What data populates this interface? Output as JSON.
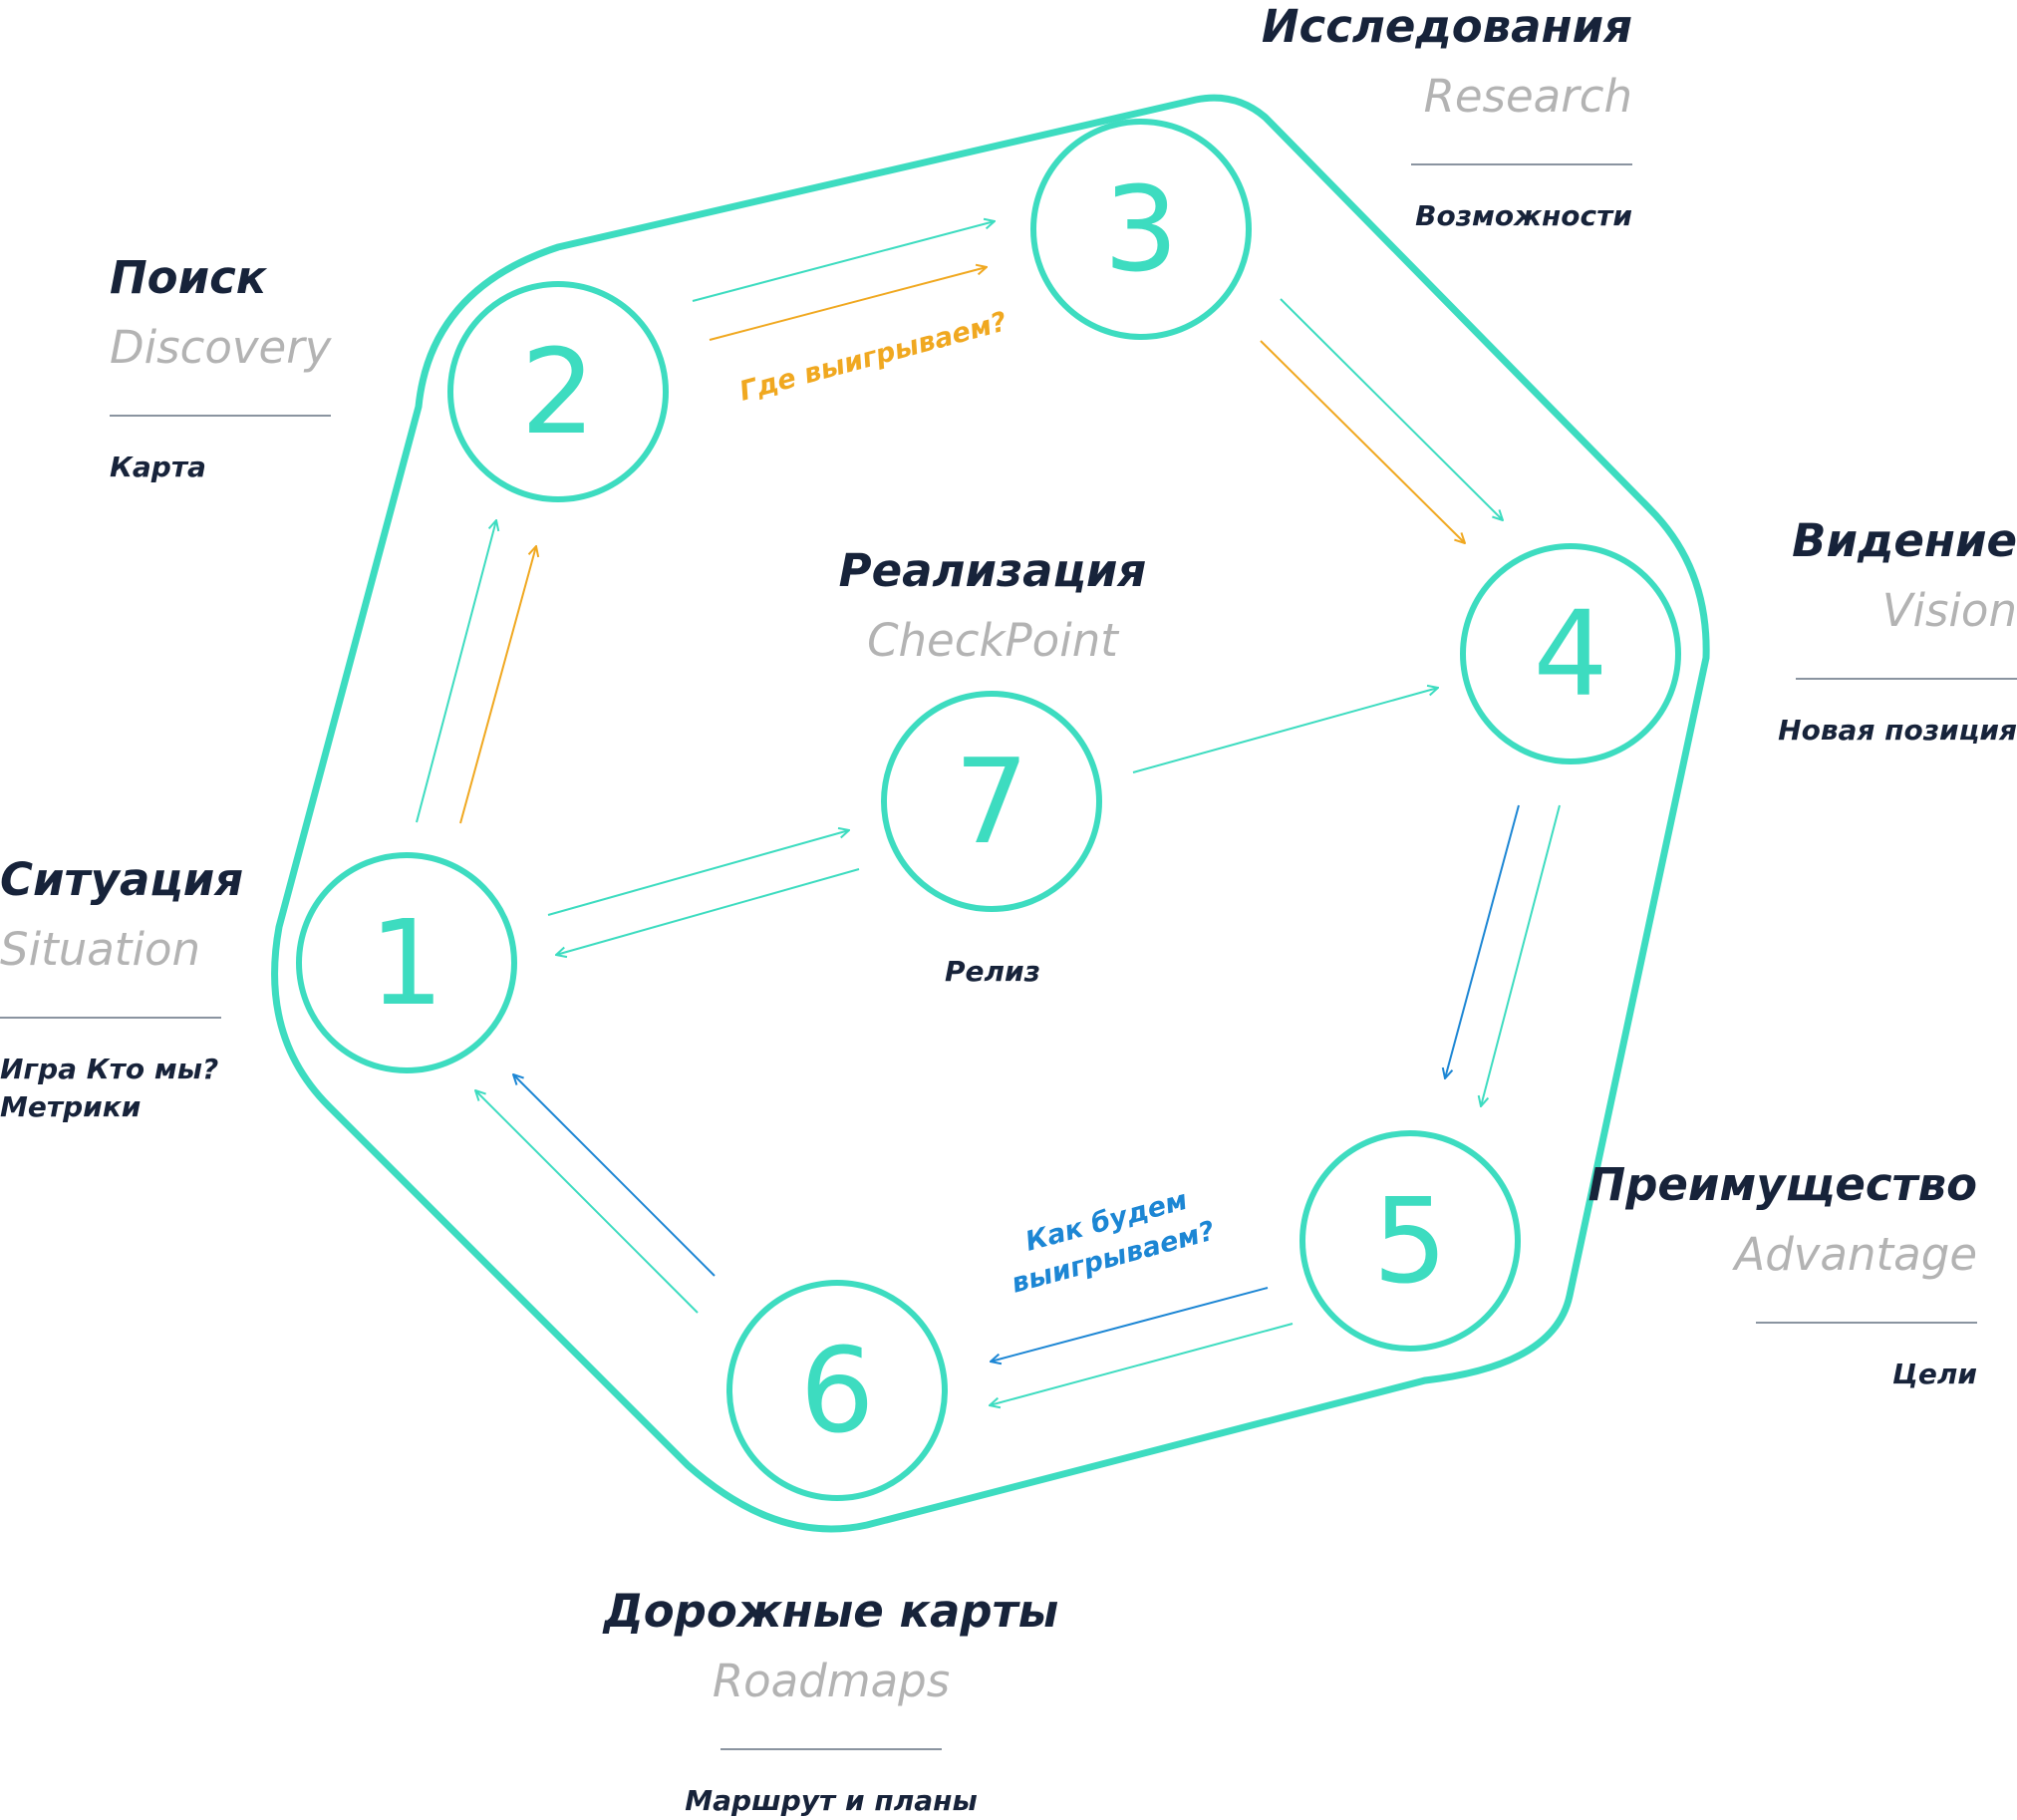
{
  "colors": {
    "teal": "#3ddcc0",
    "orange": "#f0a820",
    "blue": "#1c86d4",
    "title": "#17233a",
    "subtitle": "#b3b3b3"
  },
  "nodes": [
    {
      "num": "1",
      "title": "Ситуация",
      "sub": "Situation",
      "note": "Игра Кто мы?\nМетрики"
    },
    {
      "num": "2",
      "title": "Поиск",
      "sub": "Discovery",
      "note": "Карта"
    },
    {
      "num": "3",
      "title": "Исследования",
      "sub": "Research",
      "note": "Возможности"
    },
    {
      "num": "4",
      "title": "Видение",
      "sub": "Vision",
      "note": "Новая позиция"
    },
    {
      "num": "5",
      "title": "Преимущество",
      "sub": "Advantage",
      "note": "Цели"
    },
    {
      "num": "6",
      "title": "Дорожные карты",
      "sub": "Roadmaps",
      "note": "Маршрут и планы"
    },
    {
      "num": "7",
      "title": "Реализация",
      "sub": "CheckPoint",
      "note": "Релиз"
    }
  ],
  "arrow_labels": {
    "where": "Где выигрываем?",
    "how_line1": "Как будем",
    "how_line2": "выигрываем?"
  }
}
